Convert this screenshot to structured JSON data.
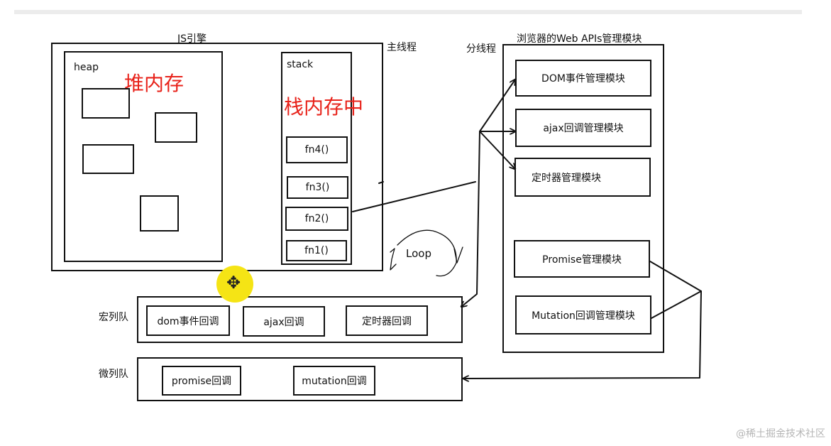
{
  "engine": {
    "title": "JS引擎",
    "heap_label": "heap",
    "heap_note": "堆内存",
    "stack_label": "stack",
    "stack_note": "栈内存中",
    "stack_frames": [
      "fn4()",
      "fn3()",
      "fn2()",
      "fn1()"
    ]
  },
  "main_thread_label": "主线程",
  "sub_thread_label": "分线程",
  "browser": {
    "title": "浏览器的Web APIs管理模块",
    "modules": [
      "DOM事件管理模块",
      "ajax回调管理模块",
      "定时器管理模块",
      "Promise管理模块",
      "Mutation回调管理模块"
    ]
  },
  "loop_label": "Loop",
  "macro_queue": {
    "label": "宏列队",
    "items": [
      "dom事件回调",
      "ajax回调",
      "定时器回调"
    ]
  },
  "micro_queue": {
    "label": "微列队",
    "items": [
      "promise回调",
      "mutation回调"
    ]
  },
  "watermark": "@稀土掘金技术社区",
  "cursor_icon": "move-cursor-icon",
  "colors": {
    "note_red": "#e8231b",
    "cursor_yellow": "#f5e415"
  }
}
